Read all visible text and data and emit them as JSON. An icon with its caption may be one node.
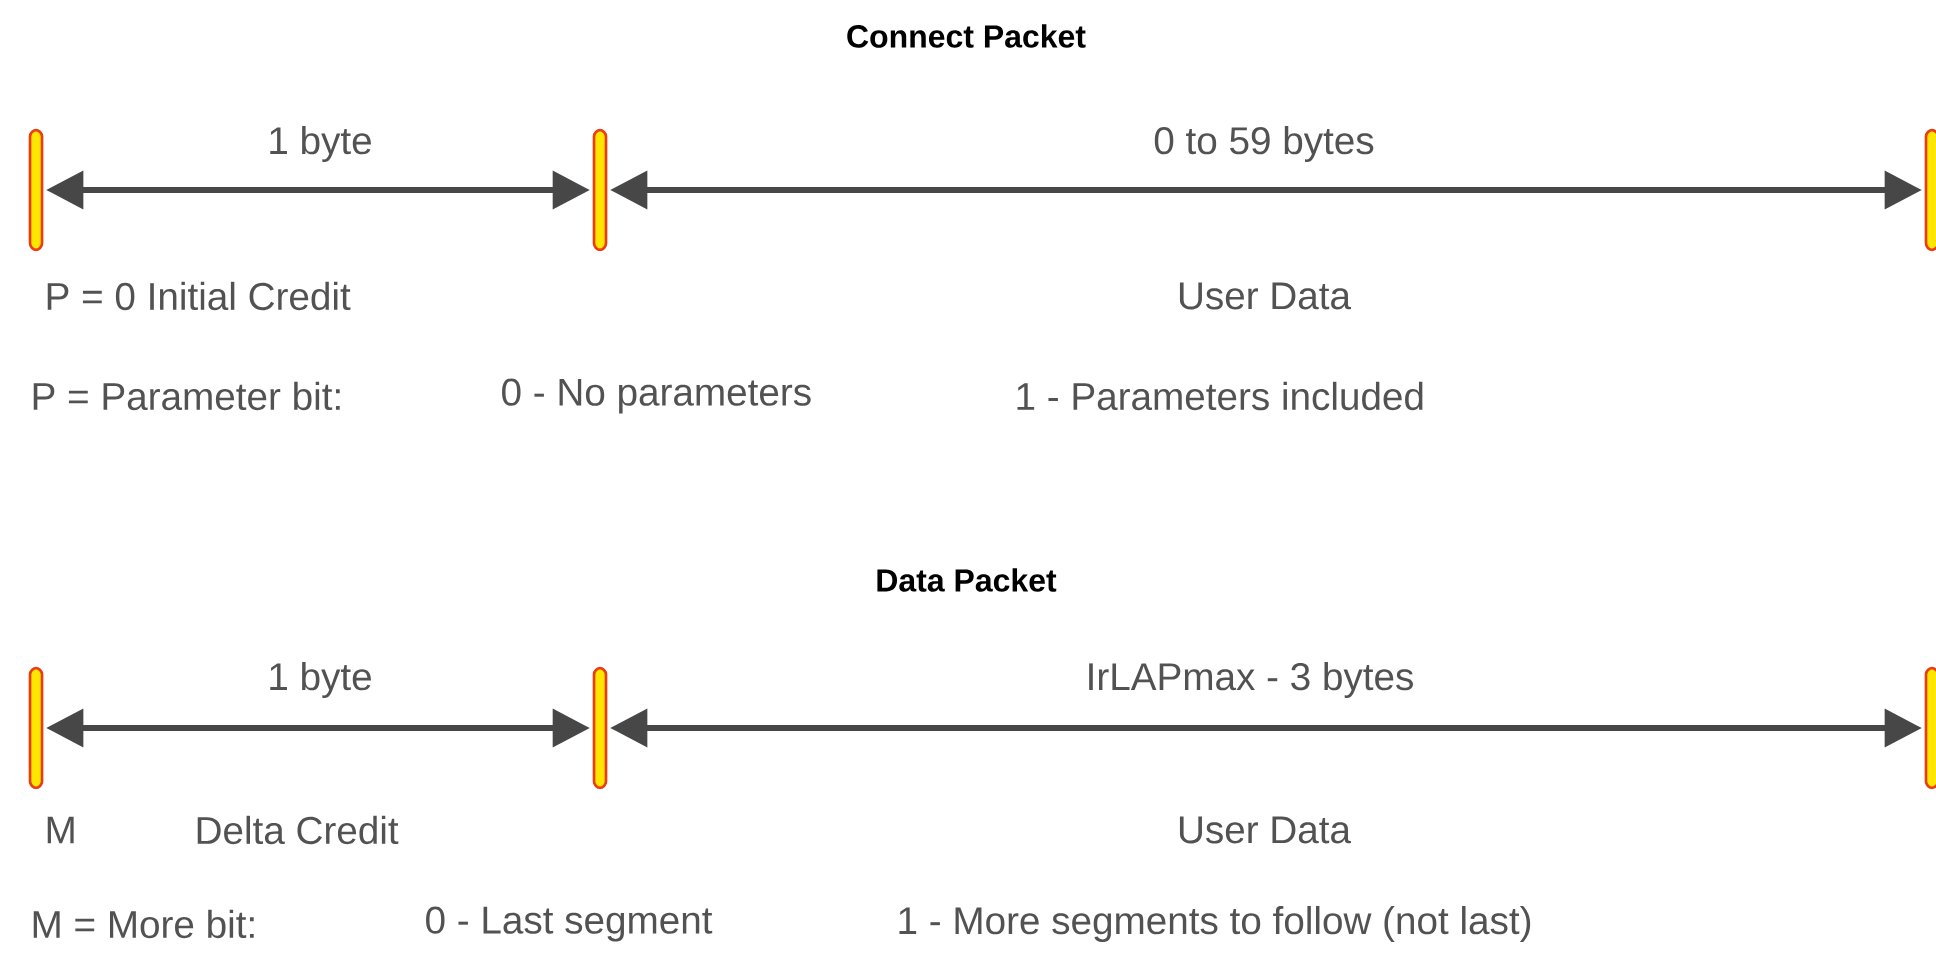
{
  "diagram": {
    "labels": [
      "Connect Packet",
      "1 byte",
      "0 to 59 bytes",
      "P = 0 Initial Credit",
      "User Data",
      "P = Parameter bit:",
      "0 - No parameters",
      "1 - Parameters included",
      "Data Packet",
      "1 byte",
      "IrLAPmax - 3 bytes",
      "M",
      "Delta Credit",
      "User Data",
      "M = More bit:",
      "0 - Last segment",
      "1 - More segments to follow (not last)"
    ]
  }
}
